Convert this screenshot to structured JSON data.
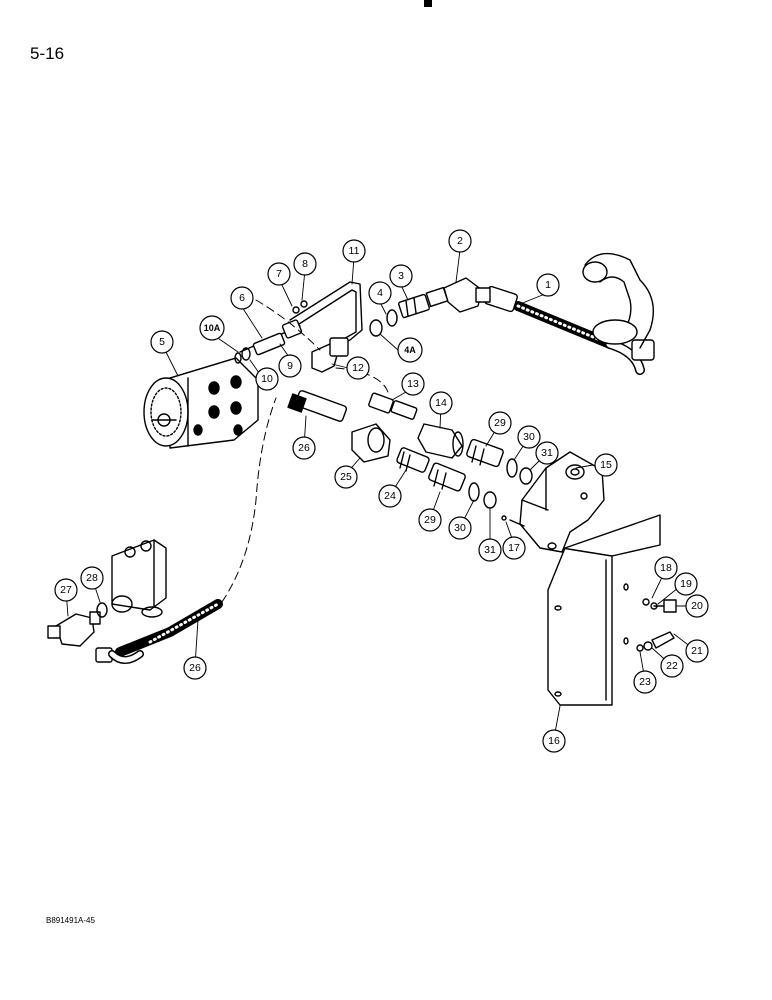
{
  "page": {
    "number": "5-16",
    "figure_code": "B891491A-45"
  },
  "callouts": {
    "c1": "1",
    "c2": "2",
    "c3": "3",
    "c4": "4",
    "c4a": "4A",
    "c5": "5",
    "c6": "6",
    "c7": "7",
    "c8": "8",
    "c9": "9",
    "c10": "10",
    "c10a": "10A",
    "c11": "11",
    "c12": "12",
    "c13": "13",
    "c14": "14",
    "c15": "15",
    "c16": "16",
    "c17": "17",
    "c18": "18",
    "c19": "19",
    "c20": "20",
    "c21": "21",
    "c22": "22",
    "c23": "23",
    "c24": "24",
    "c25": "25",
    "c26a": "26",
    "c26b": "26",
    "c27": "27",
    "c28": "28",
    "c29a": "29",
    "c29b": "29",
    "c30a": "30",
    "c30b": "30",
    "c31a": "31",
    "c31b": "31"
  }
}
